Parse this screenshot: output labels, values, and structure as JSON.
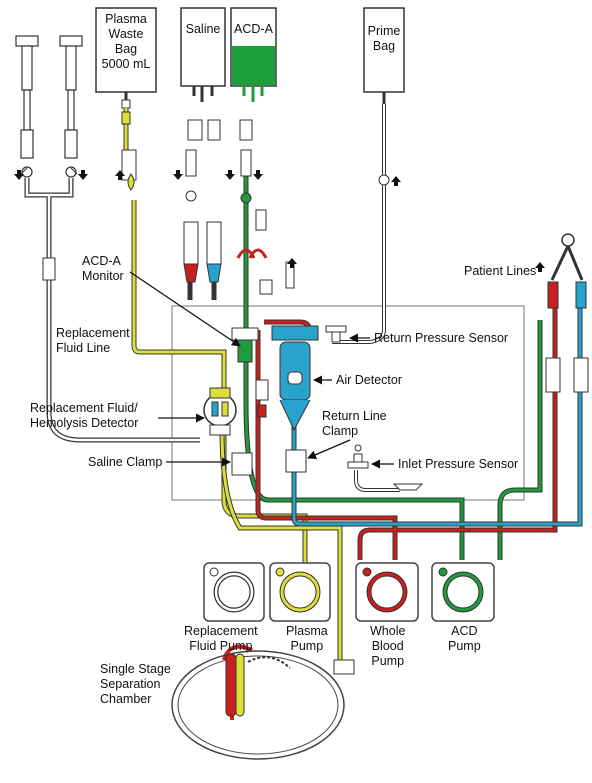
{
  "bags": {
    "plasma_waste": [
      "Plasma",
      "Waste",
      "Bag",
      "5000 mL"
    ],
    "saline": "Saline",
    "acd_a": "ACD-A",
    "prime": [
      "Prime",
      "Bag"
    ]
  },
  "labels": {
    "acd_a_monitor": [
      "ACD-A",
      "Monitor"
    ],
    "patient_lines": "Patient Lines",
    "replacement_fluid_line": [
      "Replacement",
      "Fluid Line"
    ],
    "return_pressure_sensor": "Return Pressure Sensor",
    "air_detector": "Air Detector",
    "replacement_fluid_hemolysis_detector": [
      "Replacement Fluid/",
      "Hemolysis Detector"
    ],
    "return_line_clamp": [
      "Return Line",
      "Clamp"
    ],
    "saline_clamp": "Saline Clamp",
    "inlet_pressure_sensor": "Inlet Pressure Sensor",
    "replacement_fluid_pump": [
      "Replacement",
      "Fluid Pump"
    ],
    "plasma_pump": [
      "Plasma",
      "Pump"
    ],
    "whole_blood_pump": [
      "Whole",
      "Blood",
      "Pump"
    ],
    "acd_pump": [
      "ACD",
      "Pump"
    ],
    "separation_chamber": [
      "Single Stage",
      "Separation",
      "Chamber"
    ]
  },
  "colors": {
    "yellow_line": "#dede3a",
    "green_line": "#1f9a3c",
    "red_line": "#c8201c",
    "blue_line": "#2aa3cc",
    "gray_line": "#ffffff",
    "outline": "#333333",
    "acd_fill": "#1aa03a"
  }
}
